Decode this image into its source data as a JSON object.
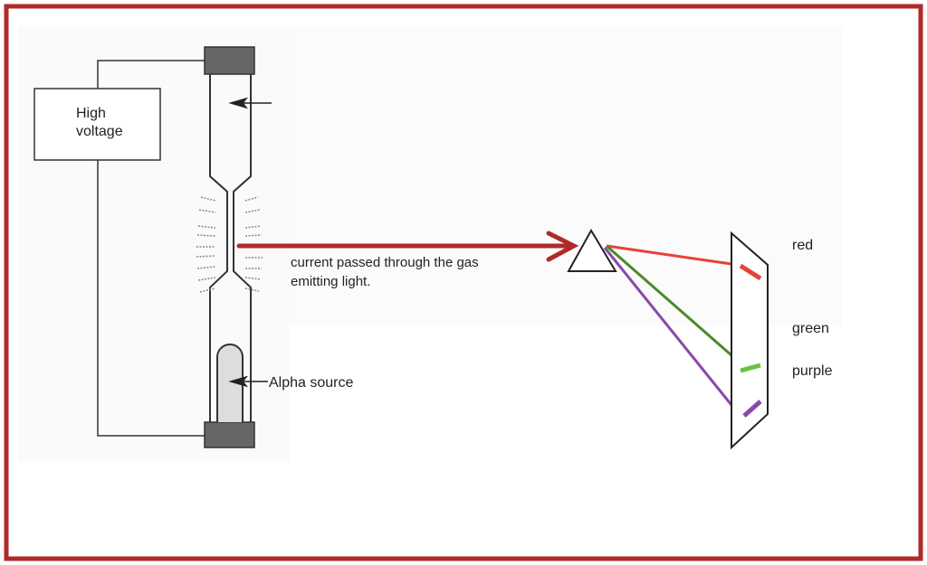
{
  "labels": {
    "power_supply": [
      "High",
      "voltage"
    ],
    "description": [
      "current passed through the gas",
      "emitting light."
    ],
    "alpha_source": "Alpha source",
    "spectrum": [
      "red",
      "green",
      "purple"
    ]
  },
  "colors": {
    "frame": "#b02a2a",
    "arrow": "#b02a2a",
    "red": "#e8403a",
    "green": "#4a8a2a",
    "light_green": "#6cc040",
    "purple": "#8a4aa8",
    "cap": "#666666"
  }
}
